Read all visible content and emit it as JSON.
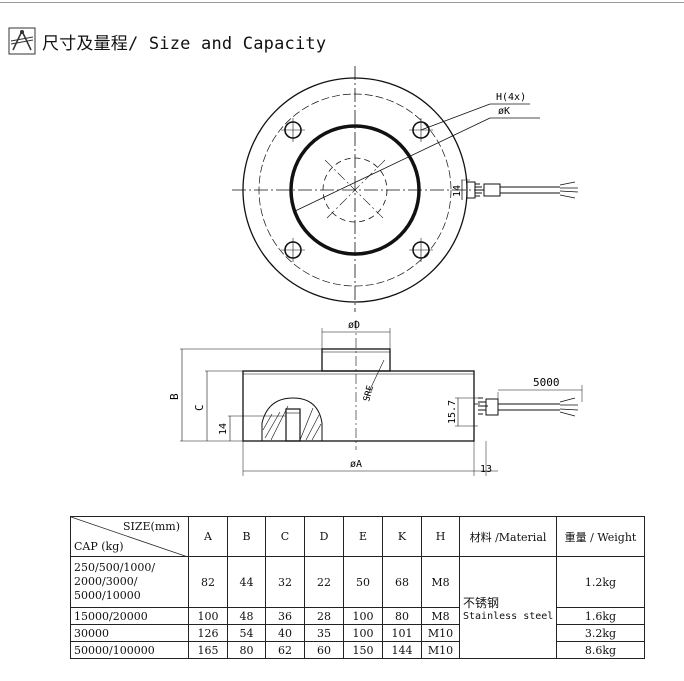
{
  "header": {
    "title": "尺寸及量程/ Size and Capacity",
    "icon": "drafting-compass-icon"
  },
  "drawing": {
    "top_view": {
      "label_h": "H(4x)",
      "label_k": "øK",
      "label_cable": "14"
    },
    "side_view": {
      "label_d": "øD",
      "label_a": "øA",
      "label_b": "B",
      "label_c": "C",
      "label_14": "14",
      "label_sr": "SRE",
      "label_157": "15.7",
      "label_cable_len": "5000",
      "label_13": "13"
    }
  },
  "table": {
    "header": {
      "size": "SIZE(mm)",
      "cap": "CAP (kg)",
      "cols": [
        "A",
        "B",
        "C",
        "D",
        "E",
        "K",
        "H"
      ],
      "material": "材料 /Material",
      "weight": "重量 / Weight"
    },
    "material_value_cn": "不锈钢",
    "material_value_en": "Stainless steel",
    "rows": [
      {
        "cap_lines": [
          "250/500/1000/",
          "2000/3000/",
          "5000/10000"
        ],
        "values": [
          "82",
          "44",
          "32",
          "22",
          "50",
          "68",
          "M8"
        ],
        "weight": "1.2kg"
      },
      {
        "cap_lines": [
          "15000/20000"
        ],
        "values": [
          "100",
          "48",
          "36",
          "28",
          "100",
          "80",
          "M8"
        ],
        "weight": "1.6kg"
      },
      {
        "cap_lines": [
          "30000"
        ],
        "values": [
          "126",
          "54",
          "40",
          "35",
          "100",
          "101",
          "M10"
        ],
        "weight": "3.2kg"
      },
      {
        "cap_lines": [
          "50000/100000"
        ],
        "values": [
          "165",
          "80",
          "62",
          "60",
          "150",
          "144",
          "M10"
        ],
        "weight": "8.6kg"
      }
    ]
  }
}
